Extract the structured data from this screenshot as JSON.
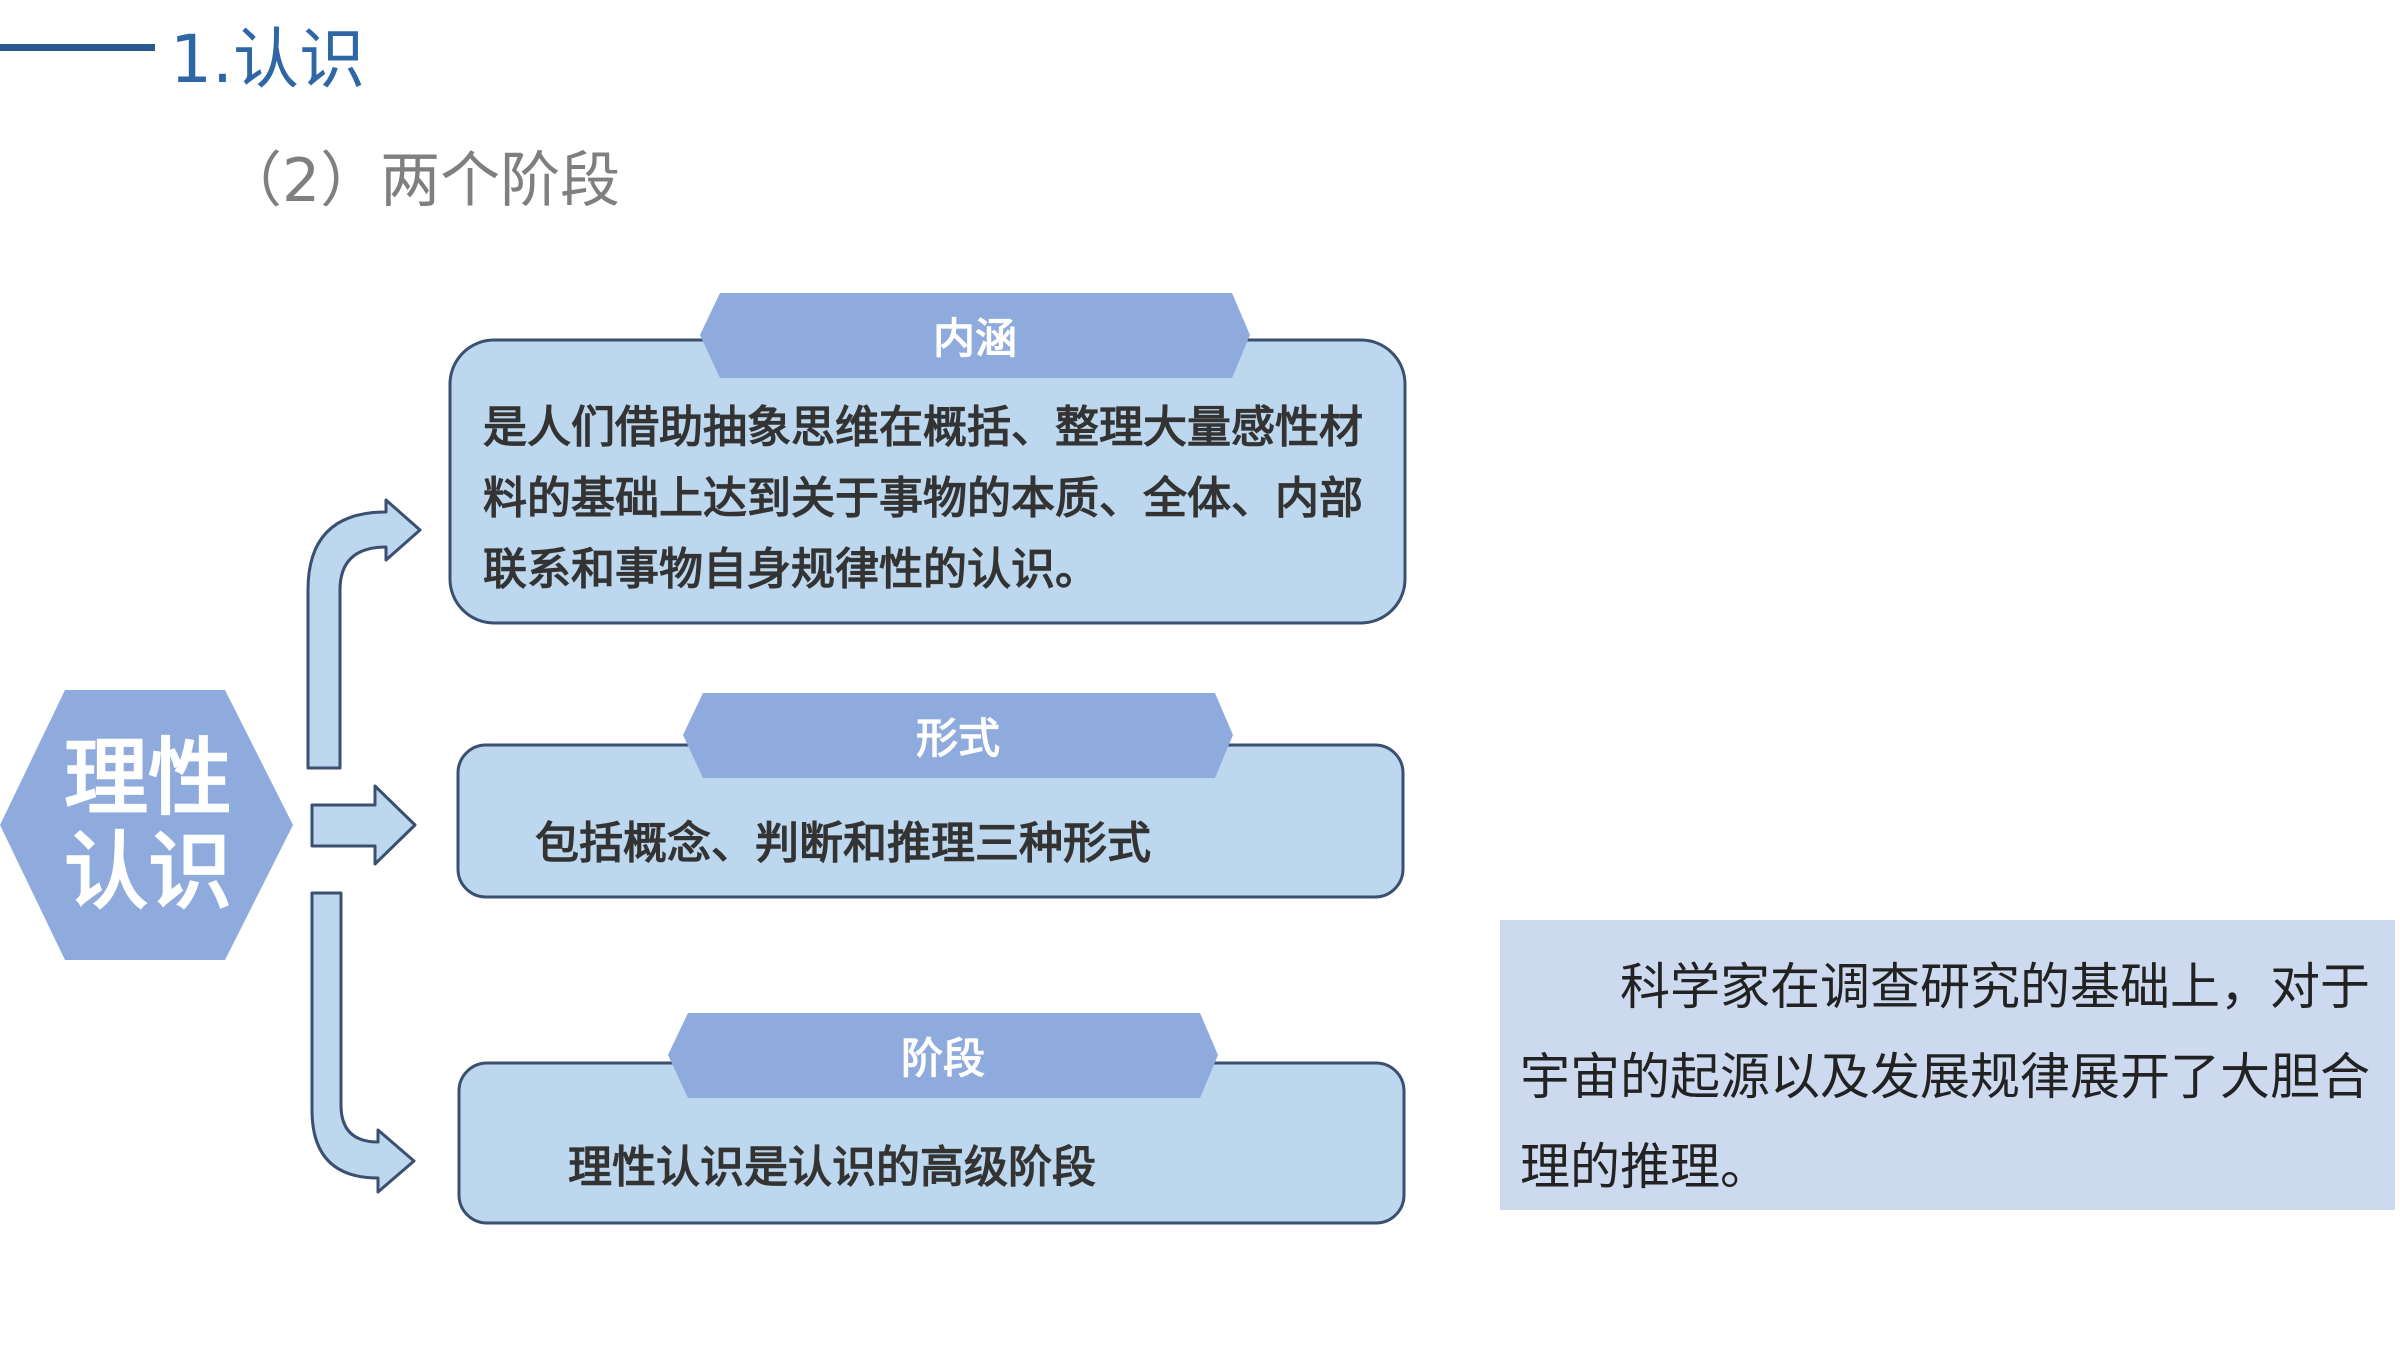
{
  "header": {
    "title": "1.认识",
    "subtitle": "（2）两个阶段"
  },
  "diagram": {
    "root": "理性认识",
    "branches": [
      {
        "tab": "内涵",
        "text": "是人们借助抽象思维在概括、整理大量感性材料的基础上达到关于事物的本质、全体、内部联系和事物自身规律性的认识。"
      },
      {
        "tab": "形式",
        "text": "包括概念、判断和推理三种形式"
      },
      {
        "tab": "阶段",
        "text": "理性认识是认识的高级阶段"
      }
    ]
  },
  "note": {
    "text": "科学家在调查研究的基础上，对于宇宙的起源以及发展规律展开了大胆合理的推理。"
  },
  "colors": {
    "title": "#2f67a6",
    "title_line": "#2a5a92",
    "hexagon": "#8faadc",
    "box_fill": "#bdd7ee",
    "box_border": "#3b4f70",
    "tab_fill": "#8faadc",
    "note_fill": "#ccd9ef"
  }
}
